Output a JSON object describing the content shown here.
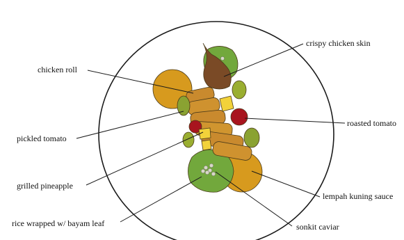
{
  "labels": {
    "crispy_chicken_skin": "crispy chicken skin",
    "chicken_roll": "chicken roll",
    "roasted_tomato": "roasted tomato",
    "pickled_tomato": "pickled tomato",
    "grilled_pineapple": "grilled pineapple",
    "lempah_kuning_sauce": "lempah kuning sauce",
    "rice_wrapped": "rice wrapped w/ bayam leaf",
    "sonkit_caviar": "sonkit caviar"
  },
  "colors": {
    "plate_outline": "#1a1a1a",
    "sauce": "#d79a1e",
    "chicken_roll": "#c98a2e",
    "bayam_leaf": "#72a83c",
    "roasted_tomato": "#a8151e",
    "pineapple": "#f2d23a",
    "chicken_skin": "#7a4a26",
    "caviar": "#d8d8c8"
  }
}
